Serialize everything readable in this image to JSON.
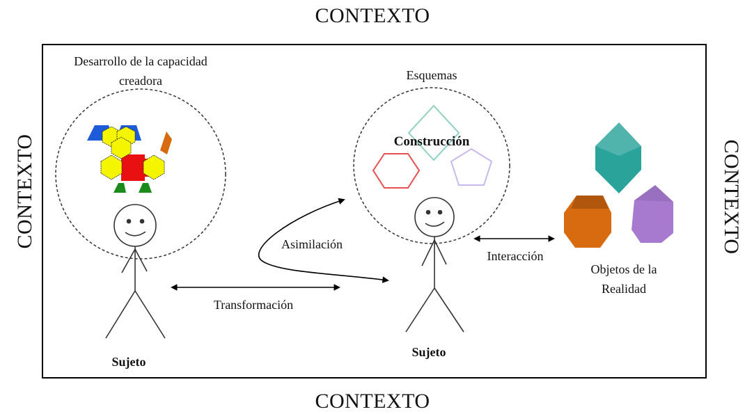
{
  "context_labels": {
    "top": "CONTEXTO",
    "bottom": "CONTEXTO",
    "left": "CONTEXTO",
    "right": "CONTEXTO"
  },
  "left_panel": {
    "title_line1": "Desarrollo de la capacidad",
    "title_line2": "creadora",
    "subject_label": "Sujeto"
  },
  "center_panel": {
    "schemes_label": "Esquemas",
    "construction_label": "Construcción",
    "subject_label": "Sujeto"
  },
  "arrows": {
    "transformation": "Transformación",
    "assimilation": "Asimilación",
    "interaction": "Interacción"
  },
  "right_panel": {
    "objects_line1": "Objetos de la",
    "objects_line2": "Realidad"
  },
  "colors": {
    "yellow": "#f5f500",
    "red": "#e81010",
    "blue": "#1e5bd8",
    "green": "#1a8a1a",
    "orange": "#d86a10",
    "teal": "#2aa39a",
    "purple": "#a77ad0",
    "hexagon_outline": "#e85050",
    "diamond_outline": "#8fd0c0",
    "pentagon_outline": "#c9b8ef"
  }
}
